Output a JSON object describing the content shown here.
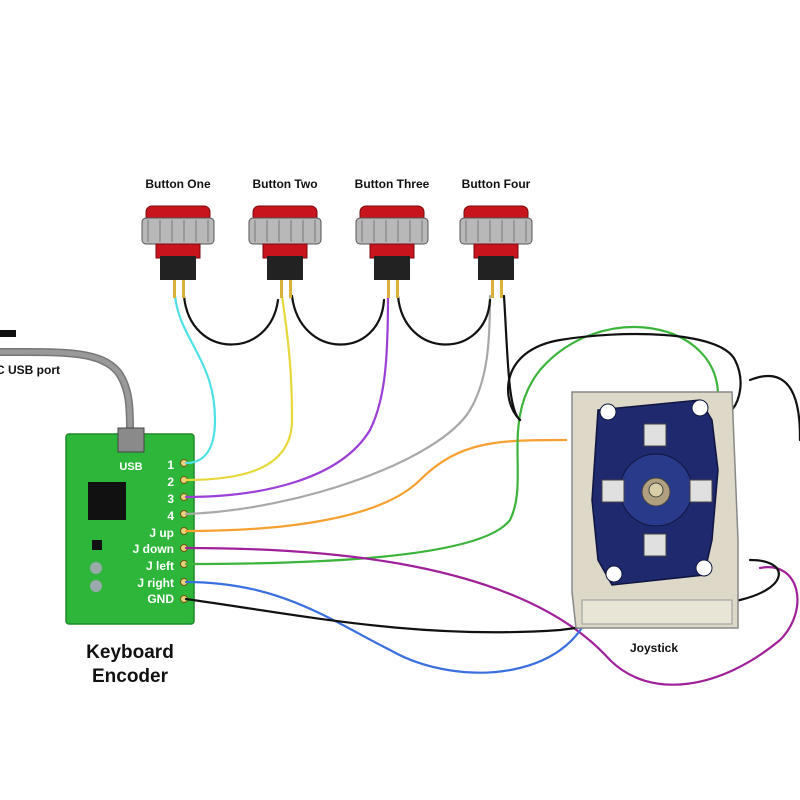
{
  "buttons": [
    {
      "label": "Button One"
    },
    {
      "label": "Button Two"
    },
    {
      "label": "Button Three"
    },
    {
      "label": "Button Four"
    }
  ],
  "usb_port_label": "C USB port",
  "encoder": {
    "title_line1": "Keyboard",
    "title_line2": "Encoder",
    "usb_label": "USB",
    "pins": [
      "1",
      "2",
      "3",
      "4",
      "J up",
      "J down",
      "J left",
      "J right",
      "GND"
    ]
  },
  "joystick": {
    "label": "Joystick"
  },
  "colors": {
    "pcb": "#2db63a",
    "button_red": "#c8141c",
    "wire_cyan": "#4fe0e6",
    "wire_yellow": "#e6d83a",
    "wire_purple": "#9b3fd6",
    "wire_gray": "#a8a8a8",
    "wire_orange": "#f5a030",
    "wire_green": "#3cb43c",
    "wire_magenta": "#a0209a",
    "wire_blue": "#3a6fe0",
    "wire_black": "#111111",
    "joystick_plate": "#1f2a6e"
  }
}
